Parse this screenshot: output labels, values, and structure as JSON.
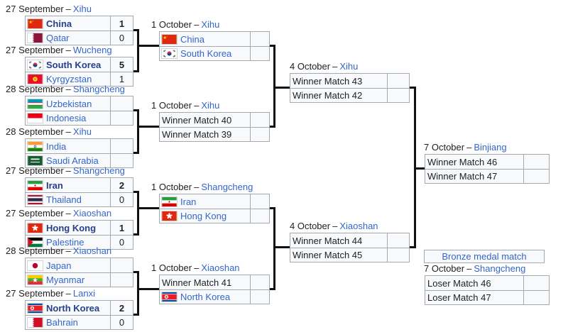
{
  "meta": {
    "separator": "–"
  },
  "colors": {
    "link": "#3366cc",
    "winner_text": "#27408b",
    "text": "#202122",
    "table_background": "#f8f9fa",
    "table_border": "#a2a9b1",
    "connector": "#111111"
  },
  "bronze_label": "Bronze medal match",
  "matches": [
    {
      "id": "r1m1",
      "round": "r1",
      "date": "27 September",
      "venue": "Xihu",
      "rows": [
        {
          "team": "China",
          "flag": "china",
          "score": "1",
          "winner": true,
          "link": true
        },
        {
          "team": "Qatar",
          "flag": "qatar",
          "score": "0",
          "winner": false,
          "link": true
        }
      ]
    },
    {
      "id": "r1m2",
      "round": "r1",
      "date": "27 September",
      "venue": "Wucheng",
      "rows": [
        {
          "team": "South Korea",
          "flag": "southkorea",
          "score": "5",
          "winner": true,
          "link": true
        },
        {
          "team": "Kyrgyzstan",
          "flag": "kyrgyzstan",
          "score": "1",
          "winner": false,
          "link": true
        }
      ]
    },
    {
      "id": "r1m3",
      "round": "r1",
      "date": "28 September",
      "venue": "Shangcheng",
      "rows": [
        {
          "team": "Uzbekistan",
          "flag": "uzbekistan",
          "score": "",
          "winner": false,
          "link": true
        },
        {
          "team": "Indonesia",
          "flag": "indonesia",
          "score": "",
          "winner": false,
          "link": true
        }
      ]
    },
    {
      "id": "r1m4",
      "round": "r1",
      "date": "28 September",
      "venue": "Xihu",
      "rows": [
        {
          "team": "India",
          "flag": "india",
          "score": "",
          "winner": false,
          "link": true
        },
        {
          "team": "Saudi Arabia",
          "flag": "saudiarabia",
          "score": "",
          "winner": false,
          "link": true
        }
      ]
    },
    {
      "id": "r1m5",
      "round": "r1",
      "date": "27 September",
      "venue": "Shangcheng",
      "rows": [
        {
          "team": "Iran",
          "flag": "iran",
          "score": "2",
          "winner": true,
          "link": true
        },
        {
          "team": "Thailand",
          "flag": "thailand",
          "score": "0",
          "winner": false,
          "link": true
        }
      ]
    },
    {
      "id": "r1m6",
      "round": "r1",
      "date": "27 September",
      "venue": "Xiaoshan",
      "rows": [
        {
          "team": "Hong Kong",
          "flag": "hongkong",
          "score": "1",
          "winner": true,
          "link": true
        },
        {
          "team": "Palestine",
          "flag": "palestine",
          "score": "0",
          "winner": false,
          "link": true
        }
      ]
    },
    {
      "id": "r1m7",
      "round": "r1",
      "date": "28 September",
      "venue": "Xiaoshan",
      "rows": [
        {
          "team": "Japan",
          "flag": "japan",
          "score": "",
          "winner": false,
          "link": true
        },
        {
          "team": "Myanmar",
          "flag": "myanmar",
          "score": "",
          "winner": false,
          "link": true
        }
      ]
    },
    {
      "id": "r1m8",
      "round": "r1",
      "date": "27 September",
      "venue": "Lanxi",
      "rows": [
        {
          "team": "North Korea",
          "flag": "northkorea",
          "score": "2",
          "winner": true,
          "link": true
        },
        {
          "team": "Bahrain",
          "flag": "bahrain",
          "score": "0",
          "winner": false,
          "link": true
        }
      ]
    },
    {
      "id": "r2m1",
      "round": "r2",
      "date": "1 October",
      "venue": "Xihu",
      "rows": [
        {
          "team": "China",
          "flag": "china",
          "score": "",
          "winner": false,
          "link": true
        },
        {
          "team": "South Korea",
          "flag": "southkorea",
          "score": "",
          "winner": false,
          "link": true
        }
      ]
    },
    {
      "id": "r2m2",
      "round": "r2",
      "date": "1 October",
      "venue": "Xihu",
      "rows": [
        {
          "team": "Winner Match 40",
          "flag": null,
          "score": "",
          "winner": false,
          "link": false
        },
        {
          "team": "Winner Match 39",
          "flag": null,
          "score": "",
          "winner": false,
          "link": false
        }
      ]
    },
    {
      "id": "r2m3",
      "round": "r2",
      "date": "1 October",
      "venue": "Shangcheng",
      "rows": [
        {
          "team": "Iran",
          "flag": "iran",
          "score": "",
          "winner": false,
          "link": true
        },
        {
          "team": "Hong Kong",
          "flag": "hongkong",
          "score": "",
          "winner": false,
          "link": true
        }
      ]
    },
    {
      "id": "r2m4",
      "round": "r2",
      "date": "1 October",
      "venue": "Xiaoshan",
      "rows": [
        {
          "team": "Winner Match 41",
          "flag": null,
          "score": "",
          "winner": false,
          "link": false
        },
        {
          "team": "North Korea",
          "flag": "northkorea",
          "score": "",
          "winner": false,
          "link": true
        }
      ]
    },
    {
      "id": "sf1",
      "round": "r3",
      "date": "4 October",
      "venue": "Xihu",
      "rows": [
        {
          "team": "Winner Match 43",
          "flag": null,
          "score": "",
          "winner": false,
          "link": false
        },
        {
          "team": "Winner Match 42",
          "flag": null,
          "score": "",
          "winner": false,
          "link": false
        }
      ]
    },
    {
      "id": "sf2",
      "round": "r3",
      "date": "4 October",
      "venue": "Xiaoshan",
      "rows": [
        {
          "team": "Winner Match 44",
          "flag": null,
          "score": "",
          "winner": false,
          "link": false
        },
        {
          "team": "Winner Match 45",
          "flag": null,
          "score": "",
          "winner": false,
          "link": false
        }
      ]
    },
    {
      "id": "final",
      "round": "f",
      "date": "7 October",
      "venue": "Binjiang",
      "rows": [
        {
          "team": "Winner Match 46",
          "flag": null,
          "score": "",
          "winner": false,
          "link": false
        },
        {
          "team": "Winner Match 47",
          "flag": null,
          "score": "",
          "winner": false,
          "link": false
        }
      ]
    },
    {
      "id": "bronze",
      "round": "b",
      "date": "7 October",
      "venue": "Shangcheng",
      "rows": [
        {
          "team": "Loser Match 46",
          "flag": null,
          "score": "",
          "winner": false,
          "link": false
        },
        {
          "team": "Loser Match 47",
          "flag": null,
          "score": "",
          "winner": false,
          "link": false
        }
      ]
    }
  ]
}
